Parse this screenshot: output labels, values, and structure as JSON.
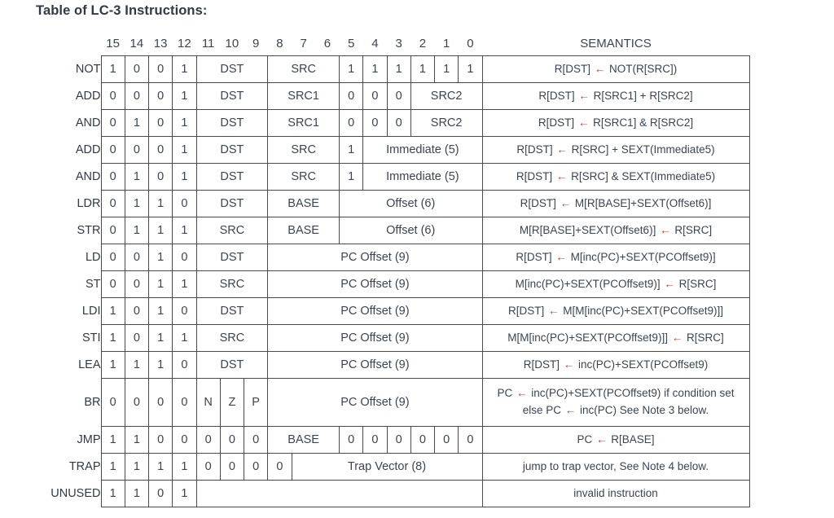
{
  "page": {
    "title": "Table of LC-3 Instructions:",
    "arrow_color": "#c0392b",
    "text_color": "#3a4553"
  },
  "table": {
    "bit_header": [
      "15",
      "14",
      "13",
      "12",
      "11",
      "10",
      "9",
      "8",
      "7",
      "6",
      "5",
      "4",
      "3",
      "2",
      "1",
      "0"
    ],
    "semantics_header": "SEMANTICS",
    "rows": [
      {
        "label": "NOT",
        "cells": [
          {
            "text": "1",
            "span": 1
          },
          {
            "text": "0",
            "span": 1
          },
          {
            "text": "0",
            "span": 1
          },
          {
            "text": "1",
            "span": 1
          },
          {
            "text": "DST",
            "span": 3
          },
          {
            "text": "SRC",
            "span": 3
          },
          {
            "text": "1",
            "span": 1
          },
          {
            "text": "1",
            "span": 1
          },
          {
            "text": "1",
            "span": 1
          },
          {
            "text": "1",
            "span": 1
          },
          {
            "text": "1",
            "span": 1
          },
          {
            "text": "1",
            "span": 1
          }
        ],
        "semantics": [
          "R[DST] ← NOT(R[SRC])"
        ]
      },
      {
        "label": "ADD",
        "cells": [
          {
            "text": "0",
            "span": 1
          },
          {
            "text": "0",
            "span": 1
          },
          {
            "text": "0",
            "span": 1
          },
          {
            "text": "1",
            "span": 1
          },
          {
            "text": "DST",
            "span": 3
          },
          {
            "text": "SRC1",
            "span": 3
          },
          {
            "text": "0",
            "span": 1
          },
          {
            "text": "0",
            "span": 1
          },
          {
            "text": "0",
            "span": 1
          },
          {
            "text": "SRC2",
            "span": 3
          }
        ],
        "semantics": [
          "R[DST] ← R[SRC1] + R[SRC2]"
        ]
      },
      {
        "label": "AND",
        "cells": [
          {
            "text": "0",
            "span": 1
          },
          {
            "text": "1",
            "span": 1
          },
          {
            "text": "0",
            "span": 1
          },
          {
            "text": "1",
            "span": 1
          },
          {
            "text": "DST",
            "span": 3
          },
          {
            "text": "SRC1",
            "span": 3
          },
          {
            "text": "0",
            "span": 1
          },
          {
            "text": "0",
            "span": 1
          },
          {
            "text": "0",
            "span": 1
          },
          {
            "text": "SRC2",
            "span": 3
          }
        ],
        "semantics": [
          "R[DST] ← R[SRC1] & R[SRC2]"
        ]
      },
      {
        "label": "ADD",
        "cells": [
          {
            "text": "0",
            "span": 1
          },
          {
            "text": "0",
            "span": 1
          },
          {
            "text": "0",
            "span": 1
          },
          {
            "text": "1",
            "span": 1
          },
          {
            "text": "DST",
            "span": 3
          },
          {
            "text": "SRC",
            "span": 3
          },
          {
            "text": "1",
            "span": 1
          },
          {
            "text": "Immediate (5)",
            "span": 5
          }
        ],
        "semantics": [
          "R[DST] ← R[SRC] + SEXT(Immediate5)"
        ]
      },
      {
        "label": "AND",
        "cells": [
          {
            "text": "0",
            "span": 1
          },
          {
            "text": "1",
            "span": 1
          },
          {
            "text": "0",
            "span": 1
          },
          {
            "text": "1",
            "span": 1
          },
          {
            "text": "DST",
            "span": 3
          },
          {
            "text": "SRC",
            "span": 3
          },
          {
            "text": "1",
            "span": 1
          },
          {
            "text": "Immediate (5)",
            "span": 5
          }
        ],
        "semantics": [
          "R[DST] ← R[SRC] & SEXT(Immediate5)"
        ]
      },
      {
        "label": "LDR",
        "cells": [
          {
            "text": "0",
            "span": 1
          },
          {
            "text": "1",
            "span": 1
          },
          {
            "text": "1",
            "span": 1
          },
          {
            "text": "0",
            "span": 1
          },
          {
            "text": "DST",
            "span": 3
          },
          {
            "text": "BASE",
            "span": 3
          },
          {
            "text": "Offset (6)",
            "span": 6
          }
        ],
        "semantics": [
          "R[DST] ← M[R[BASE]+SEXT(Offset6)]"
        ]
      },
      {
        "label": "STR",
        "cells": [
          {
            "text": "0",
            "span": 1
          },
          {
            "text": "1",
            "span": 1
          },
          {
            "text": "1",
            "span": 1
          },
          {
            "text": "1",
            "span": 1
          },
          {
            "text": "SRC",
            "span": 3
          },
          {
            "text": "BASE",
            "span": 3
          },
          {
            "text": "Offset (6)",
            "span": 6
          }
        ],
        "semantics": [
          "M[R[BASE]+SEXT(Offset6)] ← R[SRC]"
        ]
      },
      {
        "label": "LD",
        "cells": [
          {
            "text": "0",
            "span": 1
          },
          {
            "text": "0",
            "span": 1
          },
          {
            "text": "1",
            "span": 1
          },
          {
            "text": "0",
            "span": 1
          },
          {
            "text": "DST",
            "span": 3
          },
          {
            "text": "PC Offset (9)",
            "span": 9
          }
        ],
        "semantics": [
          "R[DST] ← M[inc(PC)+SEXT(PCOffset9)]"
        ]
      },
      {
        "label": "ST",
        "cells": [
          {
            "text": "0",
            "span": 1
          },
          {
            "text": "0",
            "span": 1
          },
          {
            "text": "1",
            "span": 1
          },
          {
            "text": "1",
            "span": 1
          },
          {
            "text": "SRC",
            "span": 3
          },
          {
            "text": "PC Offset (9)",
            "span": 9
          }
        ],
        "semantics": [
          "M[inc(PC)+SEXT(PCOffset9)] ← R[SRC]"
        ]
      },
      {
        "label": "LDI",
        "cells": [
          {
            "text": "1",
            "span": 1
          },
          {
            "text": "0",
            "span": 1
          },
          {
            "text": "1",
            "span": 1
          },
          {
            "text": "0",
            "span": 1
          },
          {
            "text": "DST",
            "span": 3
          },
          {
            "text": "PC Offset (9)",
            "span": 9
          }
        ],
        "semantics": [
          "R[DST] ← M[M[inc(PC)+SEXT(PCOffset9)]]"
        ]
      },
      {
        "label": "STI",
        "cells": [
          {
            "text": "1",
            "span": 1
          },
          {
            "text": "0",
            "span": 1
          },
          {
            "text": "1",
            "span": 1
          },
          {
            "text": "1",
            "span": 1
          },
          {
            "text": "SRC",
            "span": 3
          },
          {
            "text": "PC Offset (9)",
            "span": 9
          }
        ],
        "semantics": [
          "M[M[inc(PC)+SEXT(PCOffset9)]] ← R[SRC]"
        ]
      },
      {
        "label": "LEA",
        "cells": [
          {
            "text": "1",
            "span": 1
          },
          {
            "text": "1",
            "span": 1
          },
          {
            "text": "1",
            "span": 1
          },
          {
            "text": "0",
            "span": 1
          },
          {
            "text": "DST",
            "span": 3
          },
          {
            "text": "PC Offset (9)",
            "span": 9
          }
        ],
        "semantics": [
          "R[DST] ← inc(PC)+SEXT(PCOffset9)"
        ]
      },
      {
        "label": "BR",
        "tall": true,
        "cells": [
          {
            "text": "0",
            "span": 1
          },
          {
            "text": "0",
            "span": 1
          },
          {
            "text": "0",
            "span": 1
          },
          {
            "text": "0",
            "span": 1
          },
          {
            "text": "N",
            "span": 1
          },
          {
            "text": "Z",
            "span": 1
          },
          {
            "text": "P",
            "span": 1
          },
          {
            "text": "PC Offset (9)",
            "span": 9
          }
        ],
        "semantics": [
          "PC ← inc(PC)+SEXT(PCOffset9) if condition set",
          "else PC ← inc(PC)  See Note 3 below."
        ]
      },
      {
        "label": "JMP",
        "cells": [
          {
            "text": "1",
            "span": 1
          },
          {
            "text": "1",
            "span": 1
          },
          {
            "text": "0",
            "span": 1
          },
          {
            "text": "0",
            "span": 1
          },
          {
            "text": "0",
            "span": 1
          },
          {
            "text": "0",
            "span": 1
          },
          {
            "text": "0",
            "span": 1
          },
          {
            "text": "BASE",
            "span": 3
          },
          {
            "text": "0",
            "span": 1
          },
          {
            "text": "0",
            "span": 1
          },
          {
            "text": "0",
            "span": 1
          },
          {
            "text": "0",
            "span": 1
          },
          {
            "text": "0",
            "span": 1
          },
          {
            "text": "0",
            "span": 1
          }
        ],
        "semantics": [
          "PC ← R[BASE]"
        ]
      },
      {
        "label": "TRAP",
        "cells": [
          {
            "text": "1",
            "span": 1
          },
          {
            "text": "1",
            "span": 1
          },
          {
            "text": "1",
            "span": 1
          },
          {
            "text": "1",
            "span": 1
          },
          {
            "text": "0",
            "span": 1
          },
          {
            "text": "0",
            "span": 1
          },
          {
            "text": "0",
            "span": 1
          },
          {
            "text": "0",
            "span": 1
          },
          {
            "text": "Trap Vector (8)",
            "span": 8
          }
        ],
        "semantics": [
          "jump to trap vector, See Note 4 below."
        ]
      },
      {
        "label": "UNUSED",
        "cells": [
          {
            "text": "1",
            "span": 1
          },
          {
            "text": "1",
            "span": 1
          },
          {
            "text": "0",
            "span": 1
          },
          {
            "text": "1",
            "span": 1
          },
          {
            "text": "",
            "span": 12
          }
        ],
        "semantics": [
          "invalid instruction"
        ]
      }
    ]
  }
}
